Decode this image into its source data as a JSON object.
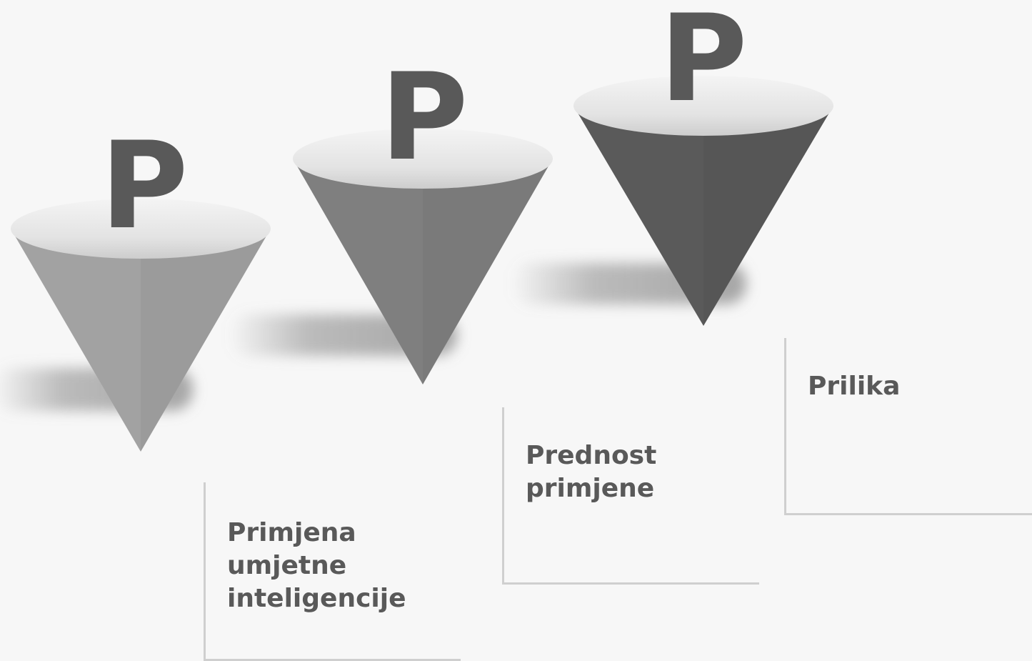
{
  "diagram": {
    "items": [
      {
        "letter": "P",
        "label": "Primjena\numjetne\ninteligencije",
        "cone_color": "#a2a2a2"
      },
      {
        "letter": "P",
        "label": "Prednost\nprimjene",
        "cone_color": "#7f7f7f"
      },
      {
        "letter": "P",
        "label": "Prilika",
        "cone_color": "#5a5a5a"
      }
    ]
  }
}
